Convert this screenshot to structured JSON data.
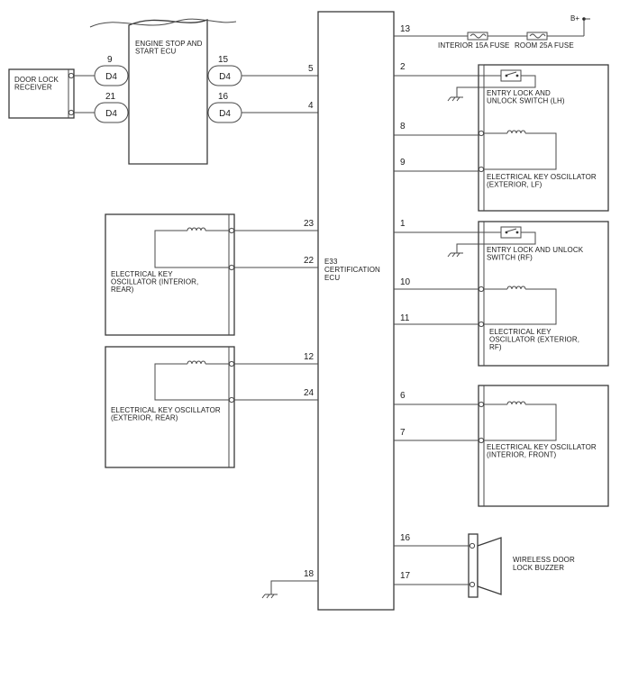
{
  "components": {
    "door_lock_receiver": "DOOR LOCK\nRECEIVER",
    "engine_ecu": "ENGINE STOP AND\nSTART ECU",
    "cert_ecu": "E33\nCERTIFICATION\nECU",
    "osc_interior_rear": "ELECTRICAL KEY\nOSCILLATOR  (INTERIOR,\nREAR)",
    "osc_exterior_rear": "ELECTRICAL KEY OSCILLATOR\n(EXTERIOR, REAR)",
    "entry_switch_lh": "ENTRY LOCK AND\nUNLOCK SWITCH (LH)",
    "osc_exterior_lf": "ELECTRICAL KEY OSCILLATOR\n(EXTERIOR, LF)",
    "entry_switch_rf": "ENTRY LOCK AND UNLOCK\nSWITCH (RF)",
    "osc_exterior_rf": "ELECTRICAL KEY\nOSCILLATOR  (EXTERIOR,\nRF)",
    "osc_interior_front": "ELECTRICAL KEY OSCILLATOR\n(INTERIOR, FRONT)",
    "buzzer": "WIRELESS  DOOR\nLOCK BUZZER"
  },
  "fuses": {
    "interior": "INTERIOR 15A  FUSE",
    "room": "ROOM 25A  FUSE",
    "battery": "B+"
  },
  "connectors": {
    "d4_1": "D4",
    "d4_2": "D4",
    "d4_3": "D4",
    "d4_4": "D4"
  },
  "pins": {
    "ecu_9": "9",
    "ecu_21": "21",
    "ecu_15": "15",
    "ecu_16": "16",
    "cert_5": "5",
    "cert_4": "4",
    "cert_23": "23",
    "cert_22": "22",
    "cert_12": "12",
    "cert_24": "24",
    "cert_18": "18",
    "cert_13": "13",
    "cert_2": "2",
    "cert_8": "8",
    "cert_9": "9",
    "cert_1": "1",
    "cert_10": "10",
    "cert_11": "11",
    "cert_6": "6",
    "cert_7": "7",
    "cert_16": "16",
    "cert_17": "17"
  }
}
